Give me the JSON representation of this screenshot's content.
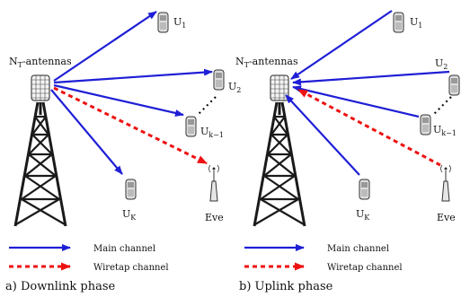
{
  "colors": {
    "main_channel": "#1f1fd6",
    "wiretap_channel": "#ee1111",
    "tower": "#1a1a1a",
    "connector": "#111111"
  },
  "panels": [
    {
      "id": "downlink",
      "caption": "a) Downlink phase",
      "base_station_label": "N",
      "base_station_label_sub": "T",
      "base_station_label_suffix": "-antennas",
      "users": [
        {
          "main": "U",
          "sub": "1"
        },
        {
          "main": "U",
          "sub": "2"
        },
        {
          "main": "U",
          "sub": "k−1"
        },
        {
          "main": "U",
          "sub": "K"
        }
      ],
      "eavesdropper_label": "Eve",
      "direction": "downlink"
    },
    {
      "id": "uplink",
      "caption": "b) Uplink phase",
      "base_station_label": "N",
      "base_station_label_sub": "T",
      "base_station_label_suffix": "-antennas",
      "users": [
        {
          "main": "U",
          "sub": "1"
        },
        {
          "main": "U",
          "sub": "2"
        },
        {
          "main": "U",
          "sub": "k−1"
        },
        {
          "main": "U",
          "sub": "K"
        }
      ],
      "eavesdropper_label": "Eve",
      "direction": "uplink"
    }
  ],
  "legend": {
    "main_channel": "Main channel",
    "wiretap_channel": "Wiretap channel"
  },
  "icons": {
    "base_station": "antenna-tower-icon",
    "user": "mobile-phone-icon",
    "eavesdropper": "eavesdropper-antenna-icon"
  }
}
